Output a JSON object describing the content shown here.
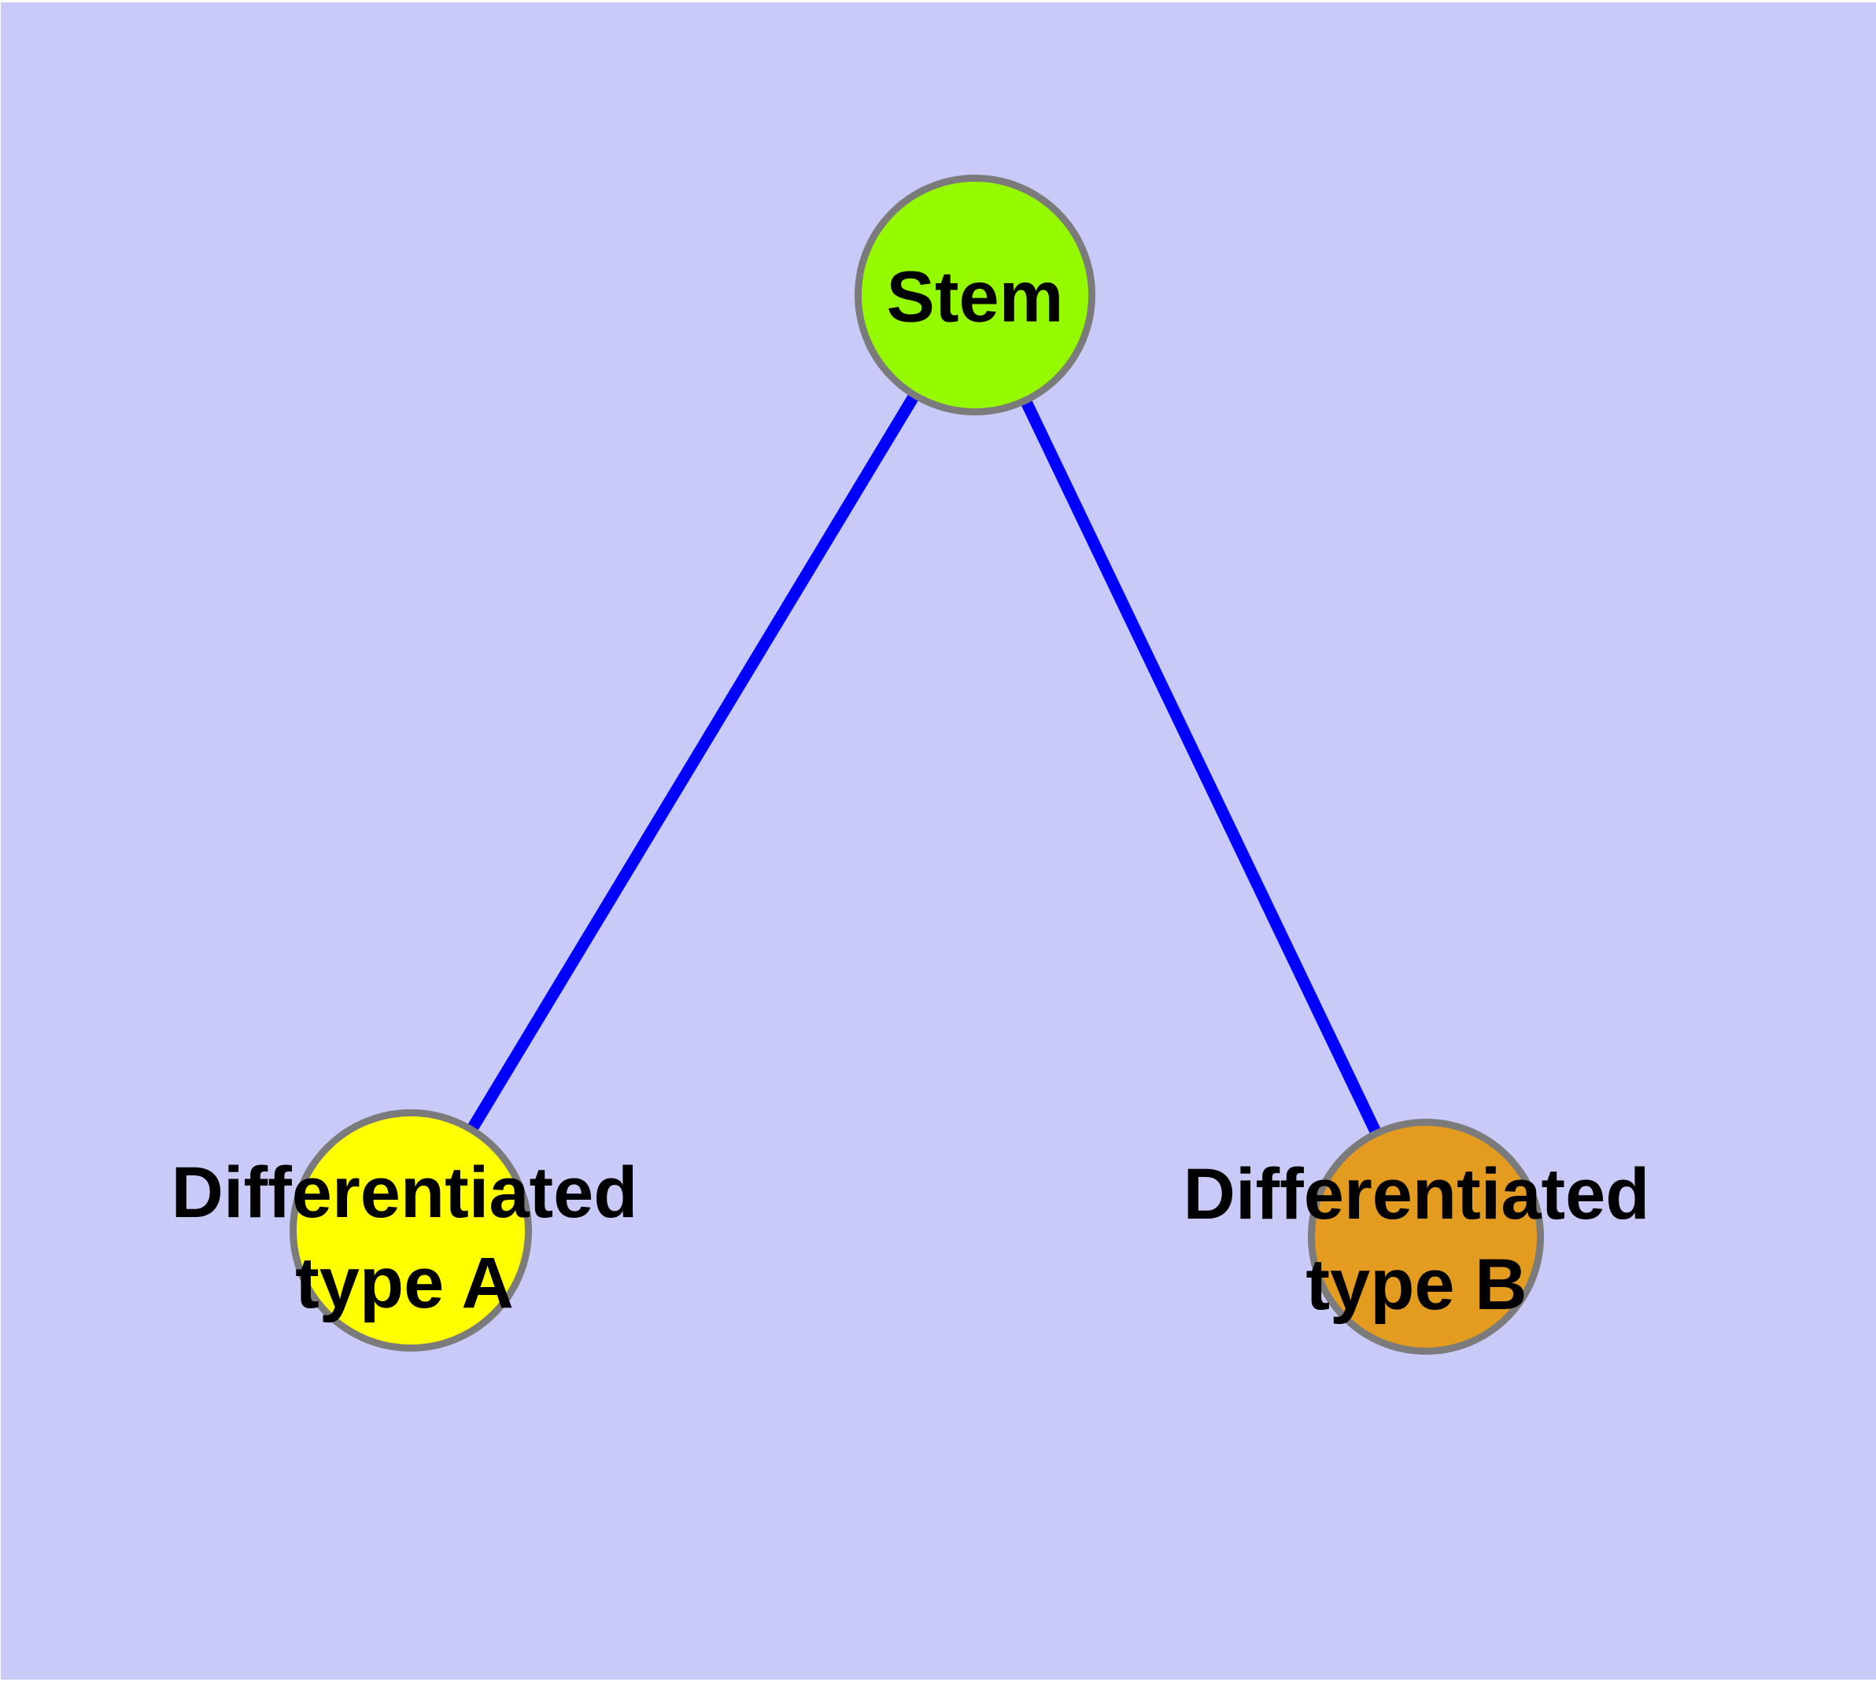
{
  "diagram": {
    "type": "graph",
    "background_color": "#CACAF8",
    "margin_color": "#FFFFFF",
    "edge_color": "#0000FF",
    "node_border_color": "#7B7B7B",
    "label_color": "#000000",
    "nodes": [
      {
        "id": "stem",
        "label": "Stem",
        "lines": [
          "Stem"
        ],
        "fill": "#95FA00"
      },
      {
        "id": "differentiated-type-a",
        "label": "Differentiated type A",
        "lines": [
          "Differentiated",
          "type A"
        ],
        "fill": "#FFFF00"
      },
      {
        "id": "differentiated-type-b",
        "label": "Differentiated type B",
        "lines": [
          "Differentiated",
          "type B"
        ],
        "fill": "#E39C1F"
      }
    ],
    "edges": [
      {
        "from": "Stem",
        "to": "Differentiated type A"
      },
      {
        "from": "Stem",
        "to": "Differentiated type B"
      }
    ]
  }
}
